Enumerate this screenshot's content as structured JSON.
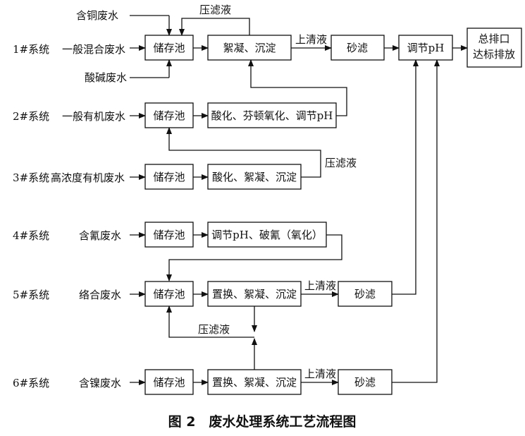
{
  "systems": [
    {
      "label": "1#系统",
      "main_source": "一般混合废水",
      "extra_sources": [
        "含铜废水",
        "酸碱废水"
      ],
      "tank": "储存池",
      "process": "絮凝、沉淀",
      "clear_label": "上清液",
      "filter": "砂滤",
      "adjust": "调节pH",
      "discharge": [
        "总排口",
        "达标排放"
      ],
      "filtrate_label": "压滤液"
    },
    {
      "label": "2#系统",
      "main_source": "一般有机废水",
      "tank": "储存池",
      "process": "酸化、芬顿氧化、调节pH"
    },
    {
      "label": "3#系统",
      "main_source": "高浓度有机废水",
      "tank": "储存池",
      "process": "酸化、絮凝、沉淀",
      "filtrate_label": "压滤液"
    },
    {
      "label": "4#系统",
      "main_source": "含氰废水",
      "tank": "储存池",
      "process": "调节pH、破氰（氧化）"
    },
    {
      "label": "5#系统",
      "main_source": "络合废水",
      "tank": "储存池",
      "process": "置换、絮凝、沉淀",
      "clear_label": "上清液",
      "filter": "砂滤",
      "filtrate_label": "压滤液"
    },
    {
      "label": "6#系统",
      "main_source": "含镍废水",
      "tank": "储存池",
      "process": "置换、絮凝、沉淀",
      "clear_label": "上清液",
      "filter": "砂滤"
    }
  ],
  "caption": "图 2　废水处理系统工艺流程图"
}
